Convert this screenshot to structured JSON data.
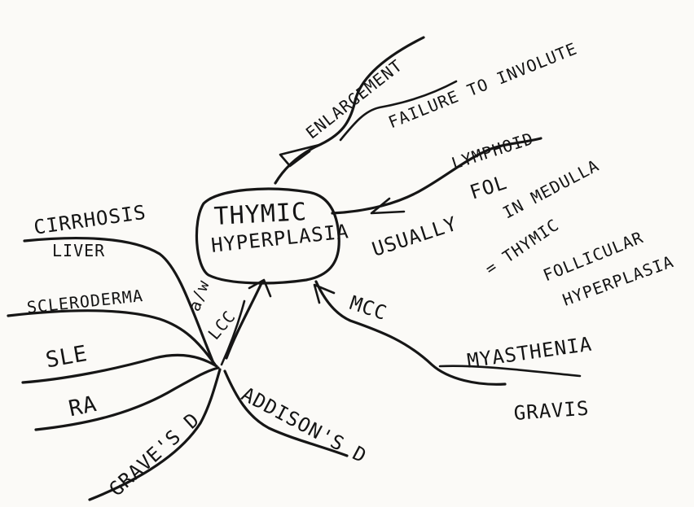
{
  "central_node": {
    "line1": "THYMIC",
    "line2": "HYPERPLASIA"
  },
  "branches": {
    "enlargement": "ENLARGEMENT",
    "failure_to_involute": "FAILURE TO INVOLUTE",
    "lymphoid": "LYMPHOID",
    "fol": "FOL",
    "in_medulla": "IN MEDULLA",
    "usually": "USUALLY",
    "equals_thymic": "= THYMIC",
    "follicular": "FOLLICULAR",
    "hyperplasia": "HYPERPLASIA",
    "mcc": "MCC",
    "myasthenia": "MYASTHENIA",
    "gravis": "GRAVIS",
    "addisons": "ADDISON'S D",
    "graves": "GRAVE'S D",
    "ra": "RA",
    "sle": "SLE",
    "scleroderma": "SCLERODERMA",
    "cirrhosis": "CIRRHOSIS",
    "liver": "LIVER",
    "assoc": "a/w",
    "assoc_2": "LCC"
  }
}
